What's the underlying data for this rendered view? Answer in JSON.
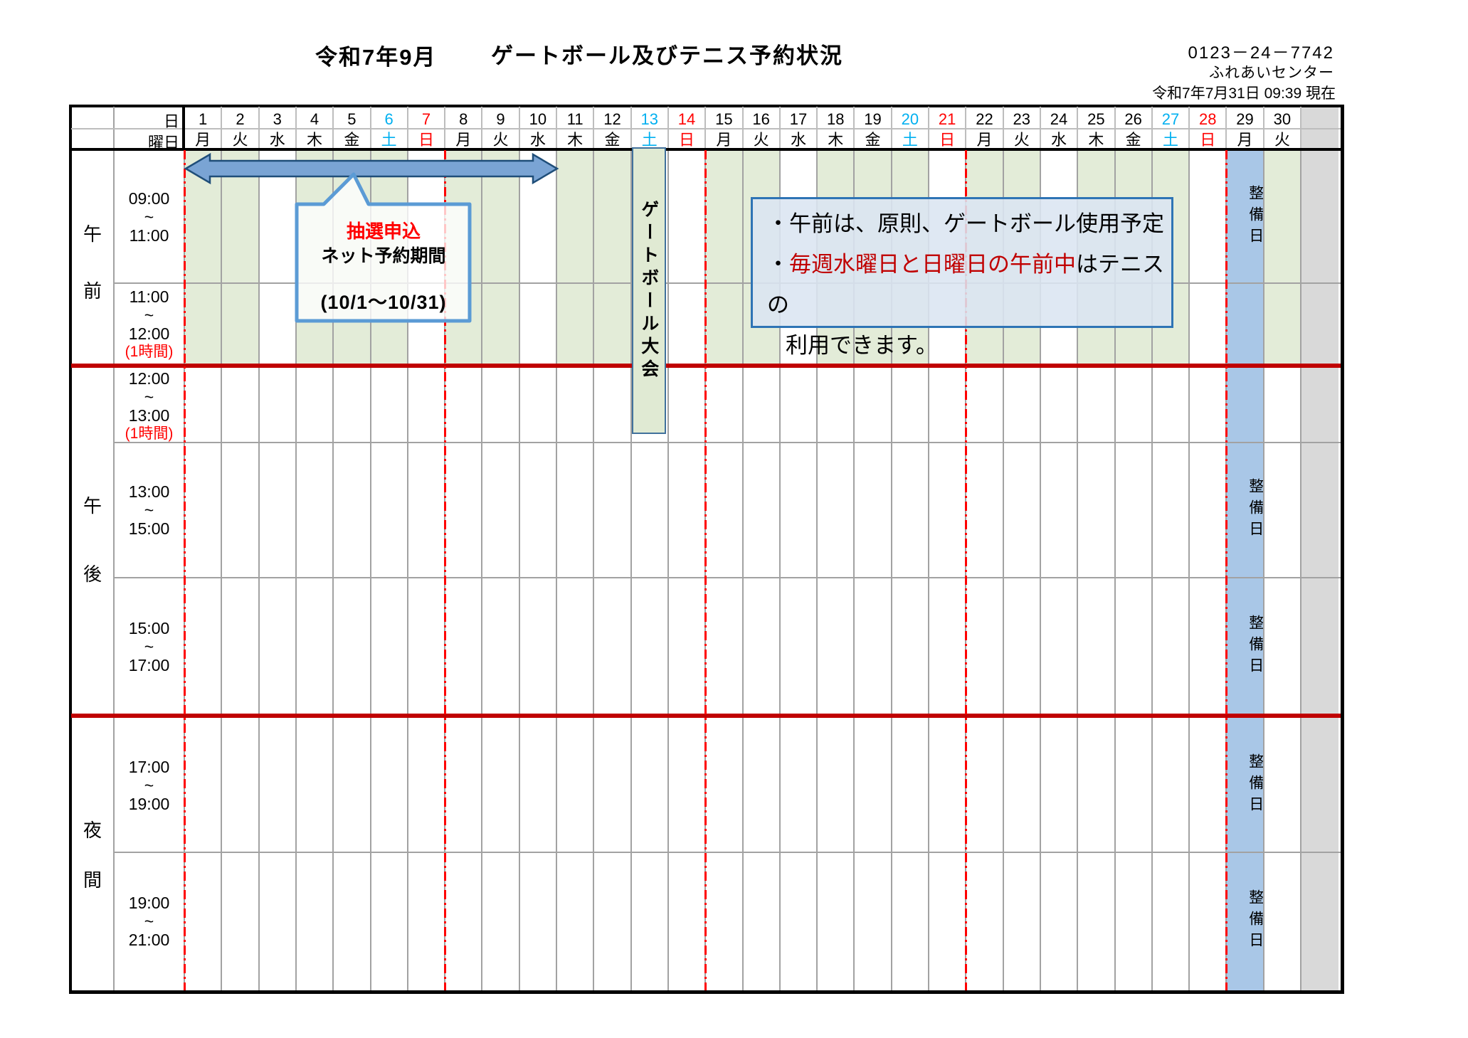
{
  "title": {
    "month": "令和7年9月",
    "subject": "ゲートボール及びテニス予約状況"
  },
  "contact": {
    "phone": "0123－24－7742",
    "center_name": "ふれあいセンター",
    "as_of": "令和7年7月31日 09:39 現在"
  },
  "table": {
    "corner": {
      "day_label": "日",
      "weekday_label": "曜日"
    },
    "days": [
      {
        "num": "1",
        "weekday": "月",
        "color": "black",
        "morning": "green"
      },
      {
        "num": "2",
        "weekday": "火",
        "color": "black",
        "morning": "green"
      },
      {
        "num": "3",
        "weekday": "水",
        "color": "black",
        "morning": "white"
      },
      {
        "num": "4",
        "weekday": "木",
        "color": "black",
        "morning": "green"
      },
      {
        "num": "5",
        "weekday": "金",
        "color": "black",
        "morning": "green"
      },
      {
        "num": "6",
        "weekday": "土",
        "color": "sat",
        "morning": "green"
      },
      {
        "num": "7",
        "weekday": "日",
        "color": "sun",
        "morning": "white"
      },
      {
        "num": "8",
        "weekday": "月",
        "color": "black",
        "morning": "green"
      },
      {
        "num": "9",
        "weekday": "火",
        "color": "black",
        "morning": "green"
      },
      {
        "num": "10",
        "weekday": "水",
        "color": "black",
        "morning": "white"
      },
      {
        "num": "11",
        "weekday": "木",
        "color": "black",
        "morning": "green"
      },
      {
        "num": "12",
        "weekday": "金",
        "color": "black",
        "morning": "green"
      },
      {
        "num": "13",
        "weekday": "土",
        "color": "sat",
        "morning": "banner"
      },
      {
        "num": "14",
        "weekday": "日",
        "color": "sun",
        "morning": "white"
      },
      {
        "num": "15",
        "weekday": "月",
        "color": "black",
        "morning": "green"
      },
      {
        "num": "16",
        "weekday": "火",
        "color": "black",
        "morning": "green"
      },
      {
        "num": "17",
        "weekday": "水",
        "color": "black",
        "morning": "white"
      },
      {
        "num": "18",
        "weekday": "木",
        "color": "black",
        "morning": "green"
      },
      {
        "num": "19",
        "weekday": "金",
        "color": "black",
        "morning": "green"
      },
      {
        "num": "20",
        "weekday": "土",
        "color": "sat",
        "morning": "green"
      },
      {
        "num": "21",
        "weekday": "日",
        "color": "sun",
        "morning": "white"
      },
      {
        "num": "22",
        "weekday": "月",
        "color": "black",
        "morning": "green"
      },
      {
        "num": "23",
        "weekday": "火",
        "color": "black",
        "morning": "green"
      },
      {
        "num": "24",
        "weekday": "水",
        "color": "black",
        "morning": "white"
      },
      {
        "num": "25",
        "weekday": "木",
        "color": "black",
        "morning": "green"
      },
      {
        "num": "26",
        "weekday": "金",
        "color": "black",
        "morning": "green"
      },
      {
        "num": "27",
        "weekday": "土",
        "color": "sat",
        "morning": "green"
      },
      {
        "num": "28",
        "weekday": "日",
        "color": "sun",
        "morning": "white"
      },
      {
        "num": "29",
        "weekday": "月",
        "color": "black",
        "morning": "maintenance"
      },
      {
        "num": "30",
        "weekday": "火",
        "color": "black",
        "morning": "green"
      }
    ],
    "sections": [
      {
        "name": "morning",
        "chars": [
          "午",
          "前"
        ]
      },
      {
        "name": "afternoon",
        "chars": [
          "午",
          "後"
        ]
      },
      {
        "name": "evening",
        "chars": [
          "夜",
          "間"
        ]
      }
    ],
    "time_slots": [
      {
        "lines": [
          "09:00",
          "~",
          "11:00"
        ],
        "note": null
      },
      {
        "lines": [
          "11:00",
          "~",
          "12:00"
        ],
        "note": "(1時間)"
      },
      {
        "lines": [
          "12:00",
          "~",
          "13:00"
        ],
        "note": "(1時間)"
      },
      {
        "lines": [
          "13:00",
          "~",
          "15:00"
        ],
        "note": null
      },
      {
        "lines": [
          "15:00",
          "~",
          "17:00"
        ],
        "note": null
      },
      {
        "lines": [
          "17:00",
          "~",
          "19:00"
        ],
        "note": null
      },
      {
        "lines": [
          "19:00",
          "~",
          "21:00"
        ],
        "note": null
      }
    ],
    "banner_label": "ゲートボール大会",
    "maintenance_label": "整備日"
  },
  "callout": {
    "line1": "抽選申込",
    "line2": "ネット予約期間",
    "line3": "(10/1～10/31)"
  },
  "note_box": {
    "line1": "・午前は、原則、ゲートボール使用予定",
    "line2_bullet": "・",
    "line2_red": "毎週水曜日と日曜日の午前中",
    "line2_black": "はテニスの",
    "line3": "利用できます。"
  },
  "colors": {
    "green_cell": "#e3ecd8",
    "maintenance_blue": "#a9c7e7",
    "gray_column": "#d9d9d9",
    "saturday": "#00b0f0",
    "sunday": "#ff0000",
    "red_line": "#c00000",
    "dash_red": "#ff0000",
    "banner_border": "#41719c",
    "banner_fill": "#e0ead3",
    "callout_border": "#5b9bd5",
    "note_border": "#2e74b5",
    "note_fill": "#dbe5f1",
    "arrow_fill": "#7aa4d4",
    "arrow_stroke": "#1f4e79"
  }
}
